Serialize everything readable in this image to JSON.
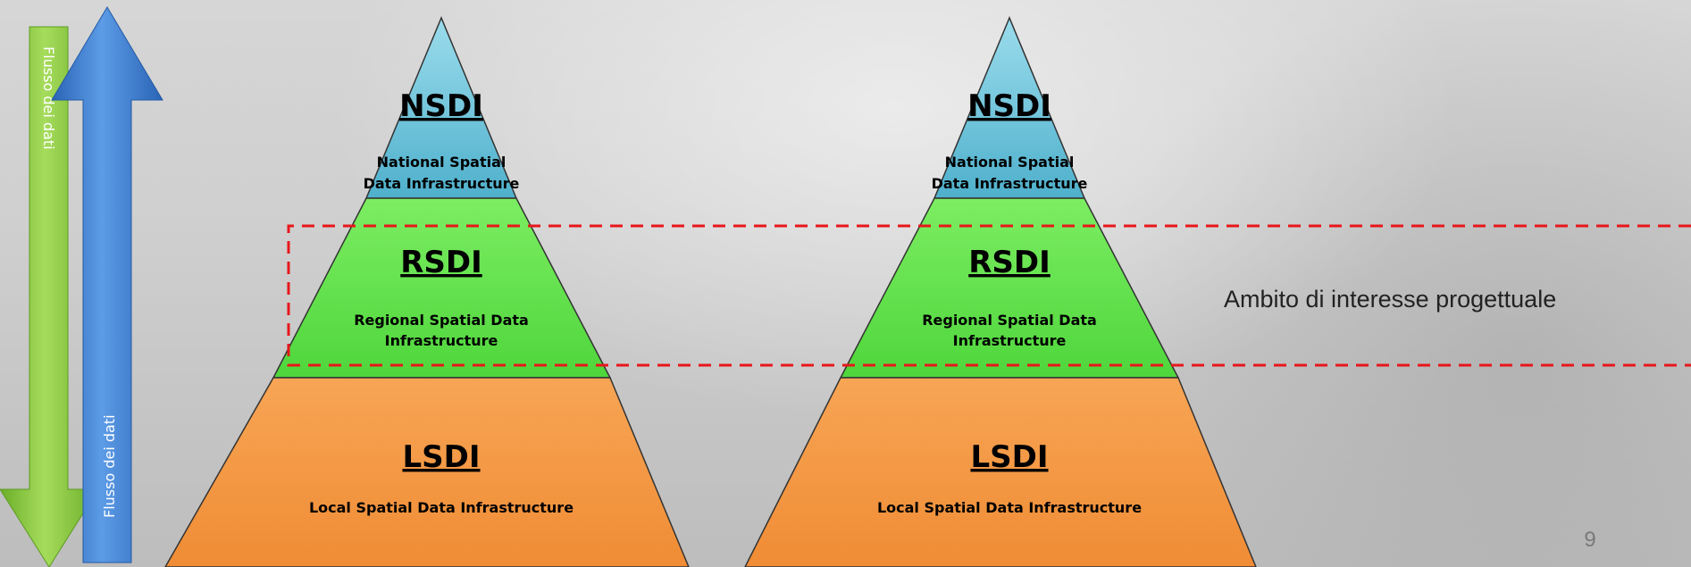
{
  "arrows": {
    "down_label": "Flusso dei dati",
    "up_label": "Flusso dei dati",
    "colors": {
      "green": "#7fc23a",
      "blue": "#3d7fd1"
    }
  },
  "pyramids": [
    {
      "top": {
        "title": "NSDI",
        "line1": "National Spatial",
        "line2": "Data Infrastructure",
        "color": "#5fc0d8"
      },
      "middle": {
        "title": "RSDI",
        "line1": "Regional Spatial Data",
        "line2": "Infrastructure",
        "color": "#5ee04a"
      },
      "bottom": {
        "title": "LSDI",
        "line1": "Local Spatial Data Infrastructure",
        "color": "#f59a44"
      }
    },
    {
      "top": {
        "title": "NSDI",
        "line1": "National Spatial",
        "line2": "Data Infrastructure",
        "color": "#5fc0d8"
      },
      "middle": {
        "title": "RSDI",
        "line1": "Regional Spatial Data",
        "line2": "Infrastructure",
        "color": "#5ee04a"
      },
      "bottom": {
        "title": "LSDI",
        "line1": "Local Spatial Data Infrastructure",
        "color": "#f59a44"
      }
    }
  ],
  "scope_label": "Ambito di interesse progettuale",
  "scope_color": "#e8161b",
  "page_number": "9"
}
